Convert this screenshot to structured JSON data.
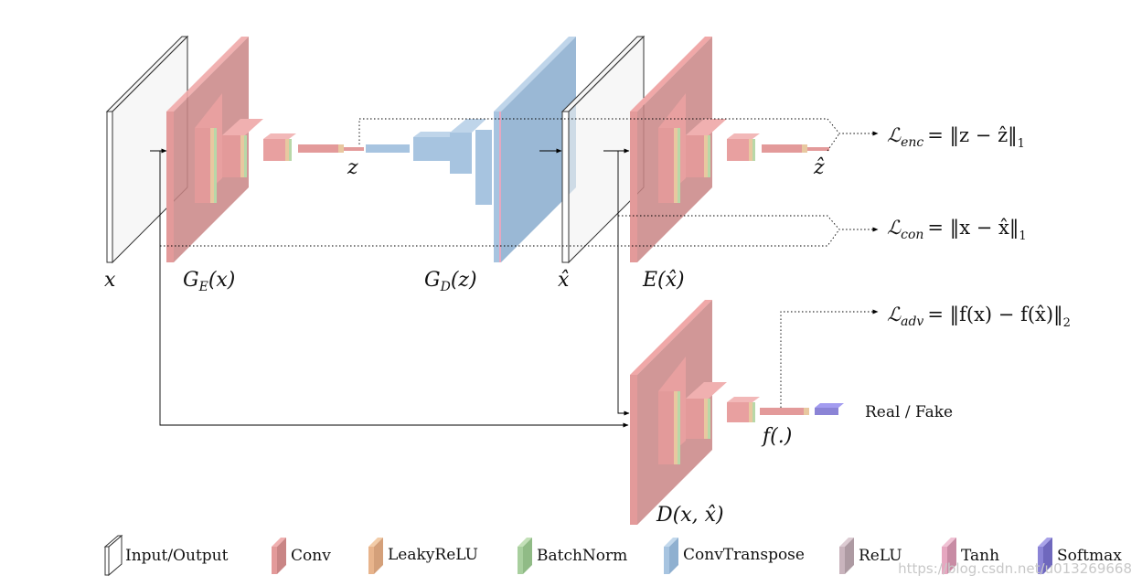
{
  "labels": {
    "x": "x",
    "ge": "G_E(x)",
    "z": "z",
    "gd": "G_D(z)",
    "xhat": "x̂",
    "ex": "E(x̂)",
    "zhat": "ẑ",
    "dx": "D(x, x̂)",
    "f": "f(.)",
    "realfake": "Real / Fake"
  },
  "losses": {
    "enc": {
      "sym": "ℒ",
      "sub": "enc",
      "rhs": "= ‖z − ẑ‖",
      "norm": "1"
    },
    "con": {
      "sym": "ℒ",
      "sub": "con",
      "rhs": "= ‖x − x̂‖",
      "norm": "1"
    },
    "adv": {
      "sym": "ℒ",
      "sub": "adv",
      "rhs": "= ‖f(x) − f(x̂)‖",
      "norm": "2"
    }
  },
  "legend": [
    {
      "label": "Input/Output",
      "color": "#ffffff",
      "icon": "input-output-icon"
    },
    {
      "label": "Conv",
      "color": "#e39a9a",
      "icon": "conv-icon"
    },
    {
      "label": "LeakyReLU",
      "color": "#e8b48c",
      "icon": "leakyrelu-icon"
    },
    {
      "label": "BatchNorm",
      "color": "#a8cf9e",
      "icon": "batchnorm-icon"
    },
    {
      "label": "ConvTranspose",
      "color": "#a7c4e0",
      "icon": "convtranspose-icon"
    },
    {
      "label": "ReLU",
      "color": "#c9b4bd",
      "icon": "relu-icon"
    },
    {
      "label": "Tanh",
      "color": "#e6a7c0",
      "icon": "tanh-icon"
    },
    {
      "label": "Softmax",
      "color": "#8b84d6",
      "icon": "softmax-icon"
    }
  ],
  "watermark": "https://blog.csdn.net/u013269668",
  "colors": {
    "conv": "#e39a9a",
    "convDark": "#c98585",
    "convTranspose": "#a7c4e0",
    "convTransposeDark": "#8fb0d0",
    "softmax": "#8b84d6",
    "leaky": "#e8c8a0",
    "bn": "#b8d8a8"
  }
}
